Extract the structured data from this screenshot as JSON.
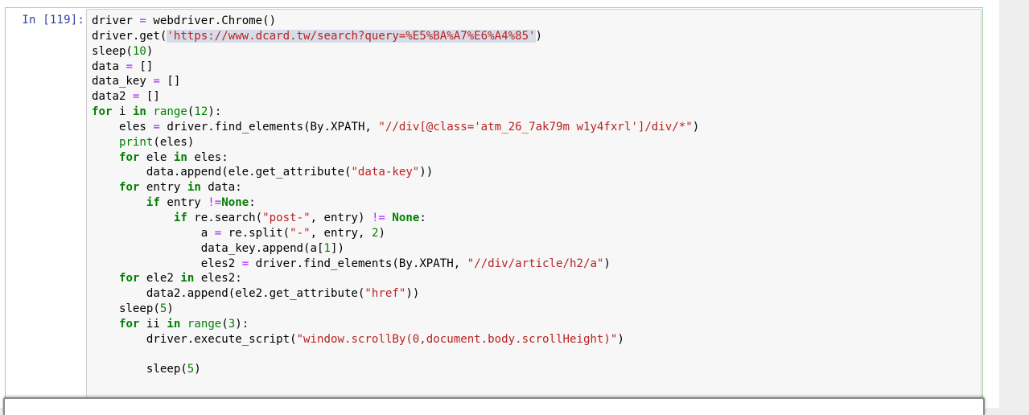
{
  "cell": {
    "prompt": "In [119]:",
    "lines": [
      [
        {
          "t": "driver "
        },
        {
          "t": "=",
          "c": "op"
        },
        {
          "t": " webdriver.Chrome()"
        }
      ],
      [
        {
          "t": "driver.get("
        },
        {
          "t": "'https://www.dcard.tw/search?query=%E5%BA%A7%E6%A4%85'",
          "c": "str sel"
        },
        {
          "t": ")"
        }
      ],
      [
        {
          "t": "sleep("
        },
        {
          "t": "10",
          "c": "num"
        },
        {
          "t": ")"
        }
      ],
      [
        {
          "t": "data "
        },
        {
          "t": "=",
          "c": "op"
        },
        {
          "t": " []"
        }
      ],
      [
        {
          "t": "data_key "
        },
        {
          "t": "=",
          "c": "op"
        },
        {
          "t": " []"
        }
      ],
      [
        {
          "t": "data2 "
        },
        {
          "t": "=",
          "c": "op"
        },
        {
          "t": " []"
        }
      ],
      [
        {
          "t": "for",
          "c": "kw"
        },
        {
          "t": " i "
        },
        {
          "t": "in",
          "c": "kw"
        },
        {
          "t": " "
        },
        {
          "t": "range",
          "c": "bi"
        },
        {
          "t": "("
        },
        {
          "t": "12",
          "c": "num"
        },
        {
          "t": "):"
        }
      ],
      [
        {
          "t": "    eles "
        },
        {
          "t": "=",
          "c": "op"
        },
        {
          "t": " driver.find_elements(By.XPATH, "
        },
        {
          "t": "\"//div[@class='atm_26_7ak79m w1y4fxrl']/div/*\"",
          "c": "str"
        },
        {
          "t": ")"
        }
      ],
      [
        {
          "t": "    "
        },
        {
          "t": "print",
          "c": "bi"
        },
        {
          "t": "(eles)"
        }
      ],
      [
        {
          "t": "    "
        },
        {
          "t": "for",
          "c": "kw"
        },
        {
          "t": " ele "
        },
        {
          "t": "in",
          "c": "kw"
        },
        {
          "t": " eles:"
        }
      ],
      [
        {
          "t": "        data.append(ele.get_attribute("
        },
        {
          "t": "\"data-key\"",
          "c": "str"
        },
        {
          "t": "))"
        }
      ],
      [
        {
          "t": "    "
        },
        {
          "t": "for",
          "c": "kw"
        },
        {
          "t": " entry "
        },
        {
          "t": "in",
          "c": "kw"
        },
        {
          "t": " data:"
        }
      ],
      [
        {
          "t": "        "
        },
        {
          "t": "if",
          "c": "kw"
        },
        {
          "t": " entry "
        },
        {
          "t": "!=",
          "c": "op"
        },
        {
          "t": "None",
          "c": "kw"
        },
        {
          "t": ":"
        }
      ],
      [
        {
          "t": "            "
        },
        {
          "t": "if",
          "c": "kw"
        },
        {
          "t": " re.search("
        },
        {
          "t": "\"post-\"",
          "c": "str"
        },
        {
          "t": ", entry) "
        },
        {
          "t": "!=",
          "c": "op"
        },
        {
          "t": " "
        },
        {
          "t": "None",
          "c": "kw"
        },
        {
          "t": ":"
        }
      ],
      [
        {
          "t": "                a "
        },
        {
          "t": "=",
          "c": "op"
        },
        {
          "t": " re.split("
        },
        {
          "t": "\"-\"",
          "c": "str"
        },
        {
          "t": ", entry, "
        },
        {
          "t": "2",
          "c": "num"
        },
        {
          "t": ")"
        }
      ],
      [
        {
          "t": "                data_key.append(a["
        },
        {
          "t": "1",
          "c": "num"
        },
        {
          "t": "])"
        }
      ],
      [
        {
          "t": "                eles2 "
        },
        {
          "t": "=",
          "c": "op"
        },
        {
          "t": " driver.find_elements(By.XPATH, "
        },
        {
          "t": "\"//div/article/h2/a\"",
          "c": "str"
        },
        {
          "t": ")"
        }
      ],
      [
        {
          "t": "    "
        },
        {
          "t": "for",
          "c": "kw"
        },
        {
          "t": " ele2 "
        },
        {
          "t": "in",
          "c": "kw"
        },
        {
          "t": " eles2:"
        }
      ],
      [
        {
          "t": "        data2.append(ele2.get_attribute("
        },
        {
          "t": "\"href\"",
          "c": "str"
        },
        {
          "t": "))"
        }
      ],
      [
        {
          "t": "    sleep("
        },
        {
          "t": "5",
          "c": "num"
        },
        {
          "t": ")"
        }
      ],
      [
        {
          "t": "    "
        },
        {
          "t": "for",
          "c": "kw"
        },
        {
          "t": " ii "
        },
        {
          "t": "in",
          "c": "kw"
        },
        {
          "t": " "
        },
        {
          "t": "range",
          "c": "bi"
        },
        {
          "t": "("
        },
        {
          "t": "3",
          "c": "num"
        },
        {
          "t": "):"
        }
      ],
      [
        {
          "t": "        driver.execute_script("
        },
        {
          "t": "\"window.scrollBy(0,document.body.scrollHeight)\"",
          "c": "str"
        },
        {
          "t": ")"
        }
      ],
      [
        {
          "t": ""
        }
      ],
      [
        {
          "t": "        sleep("
        },
        {
          "t": "5",
          "c": "num"
        },
        {
          "t": ")"
        }
      ]
    ]
  },
  "colors": {
    "keyword": "#008000",
    "string": "#ba2121",
    "operator": "#aa22ff",
    "prompt": "#303f9f",
    "selected_cell_border": "#9ed29e"
  }
}
